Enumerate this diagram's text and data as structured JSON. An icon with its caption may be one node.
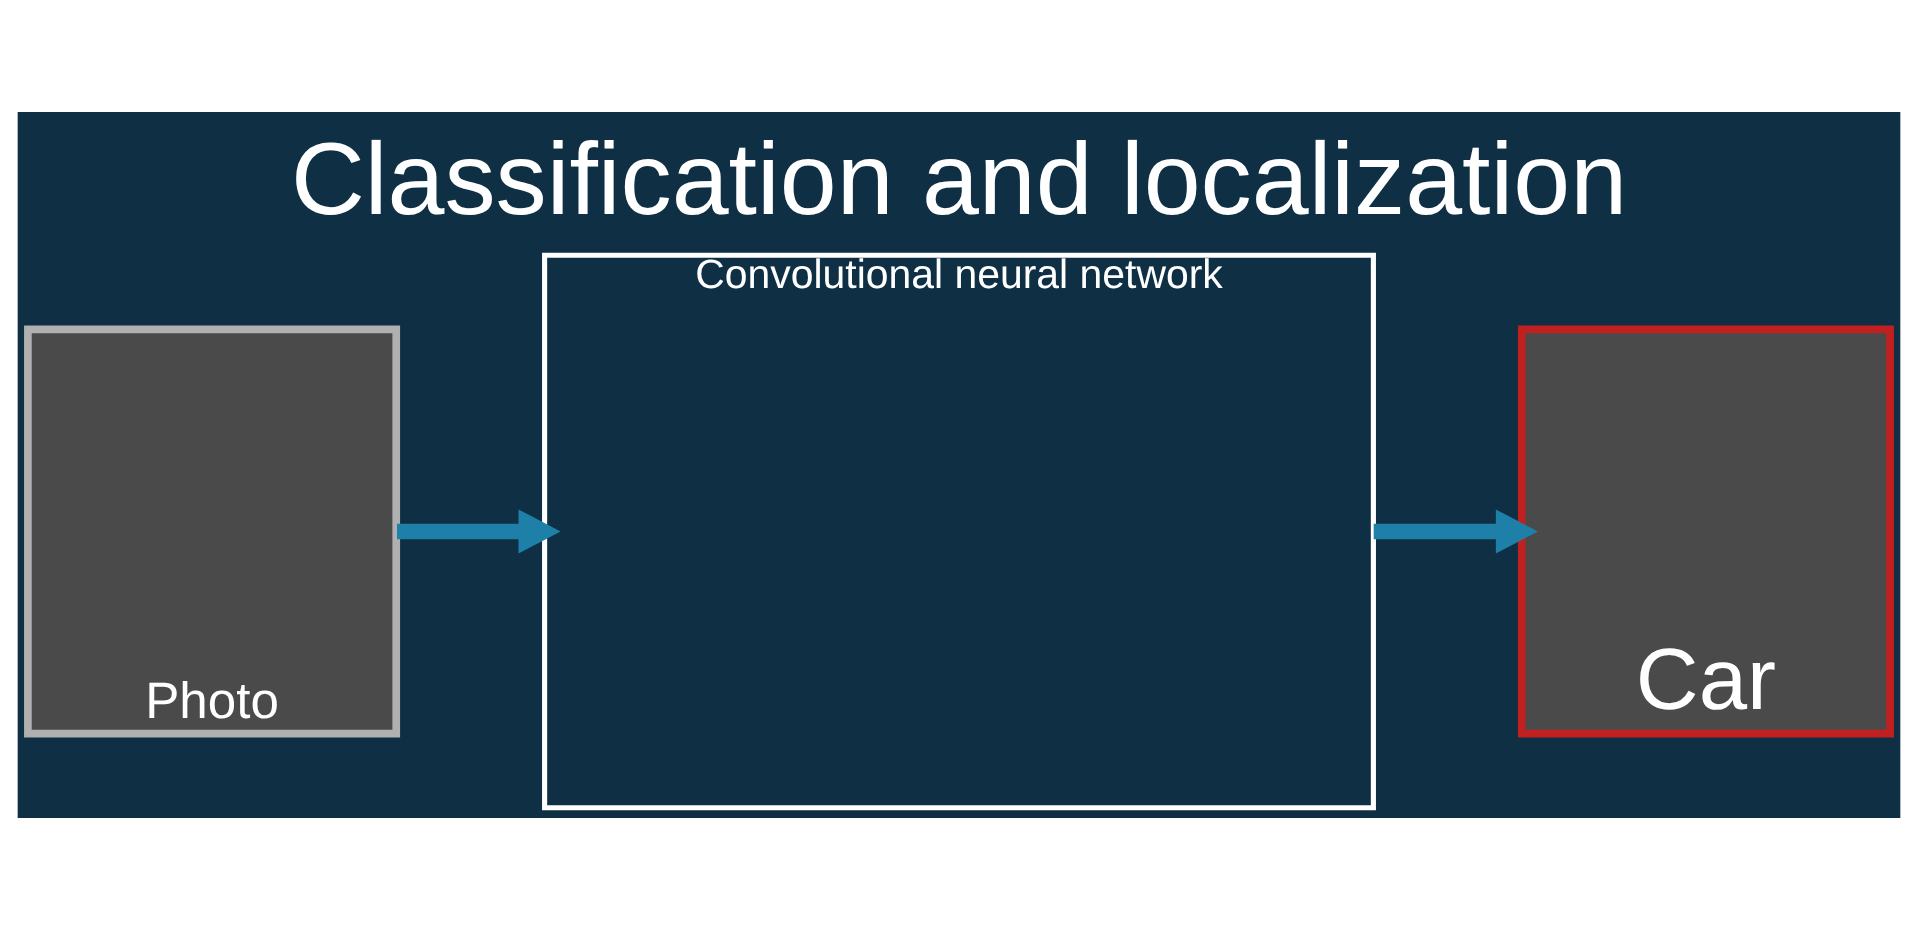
{
  "diagram": {
    "title": "Classification and localization",
    "nodes": [
      {
        "text": [
          "Photo"
        ]
      },
      {
        "text": [
          "Convolutional neural network"
        ]
      },
      {
        "text": [
          "Car"
        ]
      }
    ],
    "edges": [
      {
        "from": 0,
        "to": 1,
        "arrow": "to"
      },
      {
        "from": 1,
        "to": 2,
        "arrow": "to"
      }
    ]
  }
}
